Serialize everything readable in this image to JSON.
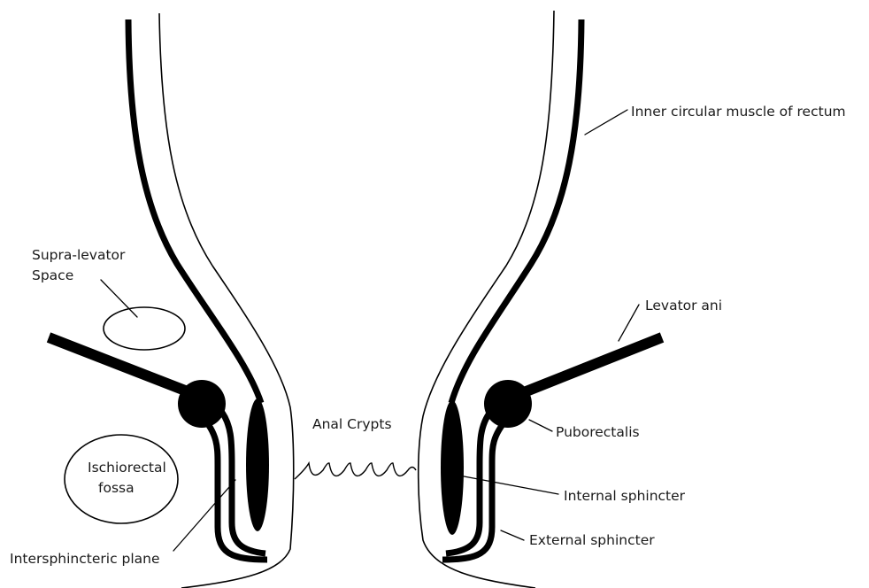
{
  "labels": {
    "inner_circular": "Inner circular muscle of rectum",
    "levator_ani": "Levator ani",
    "puborectalis": "Puborectalis",
    "internal_sphincter": "Internal sphincter",
    "external_sphincter": "External sphincter",
    "anal_crypts": "Anal Crypts",
    "supra_levator_line1": "Supra-levator",
    "supra_levator_line2": "Space",
    "ischiorectal_line1": "Ischiorectal",
    "ischiorectal_line2": "fossa",
    "intersphincteric": "Intersphincteric plane"
  },
  "colors": {
    "stroke": "#000000",
    "background": "#ffffff",
    "text": "#1a1a1a"
  }
}
